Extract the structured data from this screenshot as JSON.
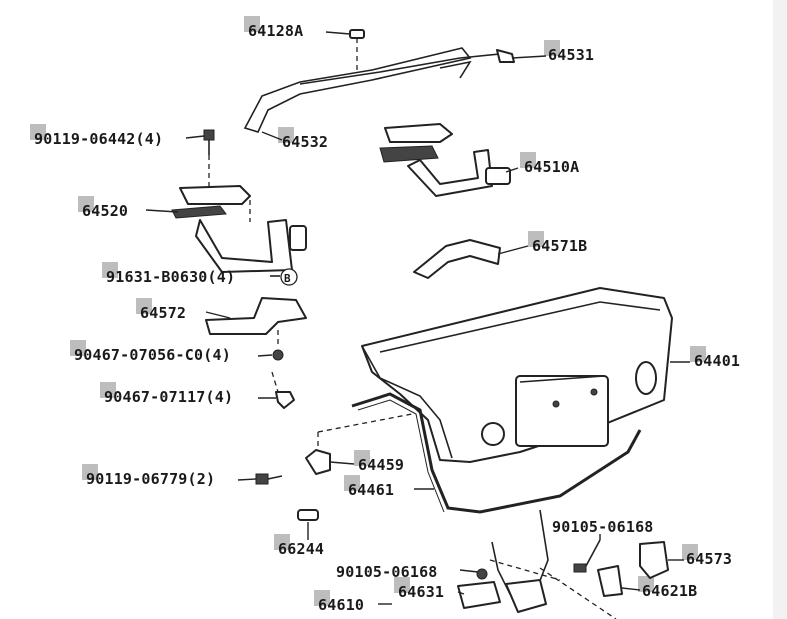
{
  "parts": [
    {
      "id": "64128A"
    },
    {
      "id": "64531"
    },
    {
      "id": "90119-06442(4)"
    },
    {
      "id": "64532"
    },
    {
      "id": "64510A"
    },
    {
      "id": "64520"
    },
    {
      "id": "64571B"
    },
    {
      "id": "91631-B0630(4)"
    },
    {
      "id": "64572"
    },
    {
      "id": "64401"
    },
    {
      "id": "90467-07056-C0(4)"
    },
    {
      "id": "90467-07117(4)"
    },
    {
      "id": "90119-06779(2)"
    },
    {
      "id": "64459"
    },
    {
      "id": "64461"
    },
    {
      "id": "66244"
    },
    {
      "id": "90105-06168"
    },
    {
      "id": "90105-06168"
    },
    {
      "id": "64573"
    },
    {
      "id": "64631"
    },
    {
      "id": "64621B"
    },
    {
      "id": "64610"
    }
  ],
  "callout_b": "B"
}
